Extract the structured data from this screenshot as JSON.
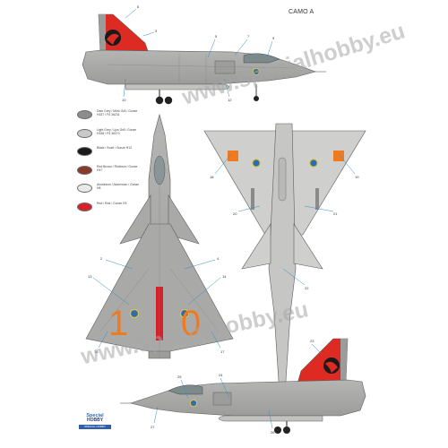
{
  "scheme": {
    "title": "CAMO A"
  },
  "legend": [
    {
      "label": "Dark Grey / Mörk Grå / Gunze H337 / FS 36231",
      "color": "#8d8d8d"
    },
    {
      "label": "Light Grey / Ljus Grå / Gunze H338 / FS 36270",
      "color": "#c9c9c9"
    },
    {
      "label": "Black / Svart / Gunze H12",
      "color": "#1a1a1a"
    },
    {
      "label": "Red Brown / Rödbrun / Gunze H47",
      "color": "#8a3a2a"
    },
    {
      "label": "Aluminium / Aluminium / Gunze H8",
      "color": "#e9e9e9"
    },
    {
      "label": "Red / Röd / Gunze H3",
      "color": "#d4212a"
    }
  ],
  "markings": {
    "code_left": "1",
    "code_right": "0"
  },
  "watermark": {
    "text": "www.specialhobby.eu"
  },
  "brand": {
    "name_top": "Special",
    "name_main": "HOBBY",
    "sub": "SPECIAL HOBBY"
  },
  "callouts": [
    "1",
    "2",
    "3",
    "4",
    "5",
    "6",
    "7",
    "8",
    "9",
    "10",
    "11",
    "12",
    "13",
    "14",
    "15",
    "16",
    "17",
    "18",
    "19",
    "20",
    "21",
    "22",
    "23",
    "24",
    "25",
    "26",
    "27",
    "28",
    "29",
    "30"
  ],
  "colors": {
    "aircraft_grey": "#a9aaa8",
    "aircraft_grey_dark": "#8f9090",
    "panel_line": "#5c5c5c",
    "tail_red": "#dd2b24",
    "code_orange": "#f07a1f",
    "callout_blue": "#2f8fc7"
  }
}
